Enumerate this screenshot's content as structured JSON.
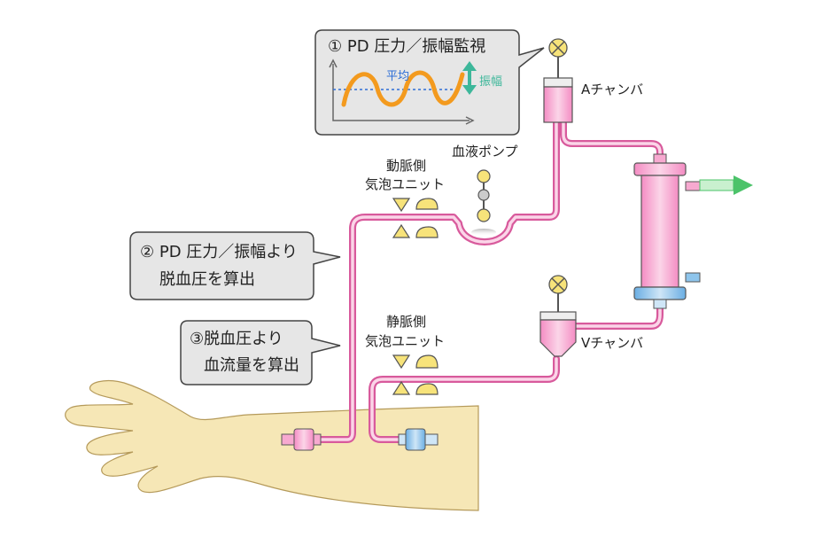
{
  "callouts": {
    "monitor": "① PD 圧力／振幅監視",
    "monitor_avg": "平均",
    "monitor_amp": "振幅",
    "calc_bp_line1": "② PD 圧力／振幅より",
    "calc_bp_line2": "脱血圧を算出",
    "calc_flow_line1": "③脱血圧より",
    "calc_flow_line2": "血流量を算出"
  },
  "labels": {
    "pump": "血液ポンプ",
    "arterial_unit_line1": "動脈側",
    "arterial_unit_line2": "気泡ユニット",
    "venous_unit_line1": "静脈側",
    "venous_unit_line2": "気泡ユニット",
    "a_chamber": "Aチャンバ",
    "v_chamber": "Vチャンバ"
  },
  "colors": {
    "tube": "#ec7fb8",
    "chamber_pink": "#f7a9d0",
    "wave": "#f39a1e",
    "avg_line": "#2f6fd6",
    "amp_arrow": "#3db79a",
    "outflow_arrow": "#4cc36a",
    "callout_fill": "#e6e6e6",
    "arm_fill": "#f6e7b6",
    "sensor_yellow": "#f7e37a",
    "connector_blue": "#8ec5ec"
  }
}
